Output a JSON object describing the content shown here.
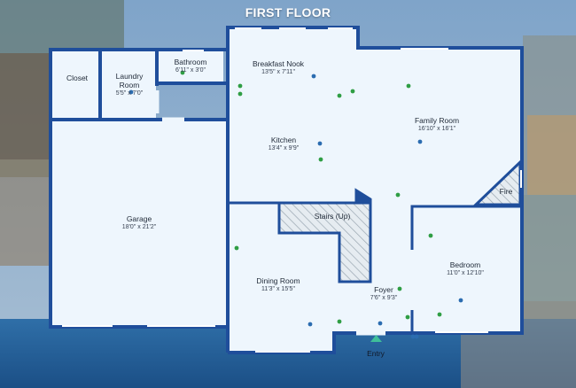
{
  "title": "FIRST FLOOR",
  "entry_label": "Entry",
  "colors": {
    "wall": "#1f4e9b",
    "floor": "#eef6fd",
    "hatch": "#b9c3cc",
    "dot_blue": "#2b6cb0",
    "dot_green": "#2f9e44",
    "entry_marker": "#3fbf9a"
  },
  "rooms": [
    {
      "id": "closet",
      "name": "Closet",
      "dims": ""
    },
    {
      "id": "laundry",
      "name": "Laundry Room",
      "dims": "5'5\" x 7'0\""
    },
    {
      "id": "bathroom",
      "name": "Bathroom",
      "dims": "6'11\" x 3'0\""
    },
    {
      "id": "breakfast",
      "name": "Breakfast Nook",
      "dims": "13'5\" x 7'11\""
    },
    {
      "id": "family",
      "name": "Family Room",
      "dims": "16'10\" x 16'1\""
    },
    {
      "id": "kitchen",
      "name": "Kitchen",
      "dims": "13'4\" x 9'9\""
    },
    {
      "id": "garage",
      "name": "Garage",
      "dims": "18'0\" x 21'2\""
    },
    {
      "id": "stairs",
      "name": "Stairs (Up)",
      "dims": ""
    },
    {
      "id": "fire",
      "name": "Fire",
      "dims": ""
    },
    {
      "id": "dining",
      "name": "Dining Room",
      "dims": "11'3\" x 15'5\""
    },
    {
      "id": "foyer",
      "name": "Foyer",
      "dims": "7'6\" x 9'3\""
    },
    {
      "id": "bedroom",
      "name": "Bedroom",
      "dims": "11'0\" x 12'10\""
    }
  ],
  "markers": [
    {
      "id": "m-laundry",
      "color": "blue"
    },
    {
      "id": "m-bath",
      "color": "green"
    },
    {
      "id": "m-nook-a",
      "color": "green"
    },
    {
      "id": "m-nook-b",
      "color": "green"
    },
    {
      "id": "m-nook-c",
      "color": "blue"
    },
    {
      "id": "m-nook-d",
      "color": "green"
    },
    {
      "id": "m-nook-e",
      "color": "green"
    },
    {
      "id": "m-family-a",
      "color": "green"
    },
    {
      "id": "m-family-b",
      "color": "blue"
    },
    {
      "id": "m-kitchen-a",
      "color": "blue"
    },
    {
      "id": "m-kitchen-b",
      "color": "green"
    },
    {
      "id": "m-hall",
      "color": "green"
    },
    {
      "id": "m-bed-a",
      "color": "green"
    },
    {
      "id": "m-dining-a",
      "color": "green"
    },
    {
      "id": "m-foyer-a",
      "color": "green"
    },
    {
      "id": "m-bed-b",
      "color": "blue"
    },
    {
      "id": "m-bed-c",
      "color": "green"
    },
    {
      "id": "m-dining-b",
      "color": "blue"
    },
    {
      "id": "m-foyer-b",
      "color": "green"
    },
    {
      "id": "m-foyer-c",
      "color": "blue"
    },
    {
      "id": "m-foyer-d",
      "color": "green"
    },
    {
      "id": "m-foyer-e",
      "color": "blue"
    },
    {
      "id": "m-foyer-f",
      "color": "blue"
    }
  ]
}
